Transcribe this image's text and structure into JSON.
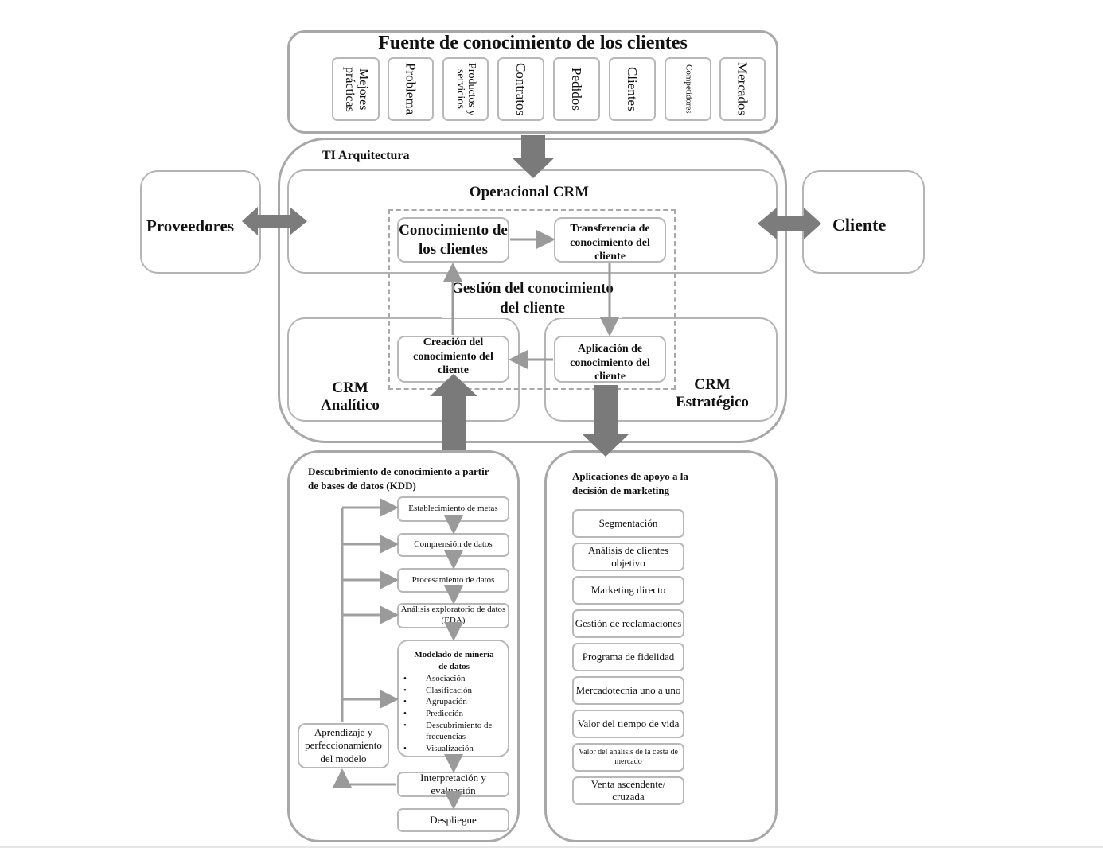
{
  "source": {
    "title": "Fuente de conocimiento de los clientes",
    "items": [
      "Mejores prácticas",
      "Problema",
      "Productos y servicios",
      "Contratos",
      "Pedidos",
      "Clientes",
      "Competidores",
      "Mercados"
    ]
  },
  "architecture": {
    "label": "TI Arquitectura"
  },
  "suppliers": {
    "label": "Proveedores"
  },
  "customer": {
    "label": "Cliente"
  },
  "operational_crm": {
    "label": "Operacional CRM",
    "knowledge_box": "Conocimiento de los clientes",
    "transfer_box": "Transferencia de conocimiento del cliente"
  },
  "knowledge_management": {
    "label": "Gestión del conocimiento del cliente"
  },
  "analytical_crm": {
    "label": "CRM Analítico",
    "creation_box": "Creación del conocimiento del cliente"
  },
  "strategic_crm": {
    "label": "CRM Estratégico",
    "application_box": "Aplicación de conocimiento del cliente"
  },
  "kdd": {
    "title": "Descubrimiento de conocimiento a partir de bases de datos (KDD)",
    "steps": [
      "Establecimiento de metas",
      "Comprensión de datos",
      "Procesamiento de datos",
      "Análisis exploratorio de datos (EDA)"
    ],
    "modeling": {
      "title": "Modelado de minería de datos",
      "bullets": [
        "Asociación",
        "Clasificación",
        "Agrupación",
        "Predicción",
        "Descubrimiento de frecuencias",
        "Visualización"
      ]
    },
    "interpretation": "Interpretación y evaluación",
    "deployment": "Despliegue",
    "learning": "Aprendizaje y perfeccionamiento del modelo"
  },
  "marketing": {
    "title": "Aplicaciones de apoyo a la decisión de marketing",
    "items": [
      "Segmentación",
      "Análisis de clientes objetivo",
      "Marketing directo",
      "Gestión de reclamaciones",
      "Programa de fidelidad",
      "Mercadotecnia uno a uno",
      "Valor del tiempo de vida",
      "Valor del análisis de la cesta de mercado",
      "Venta ascendente/ cruzada"
    ]
  }
}
